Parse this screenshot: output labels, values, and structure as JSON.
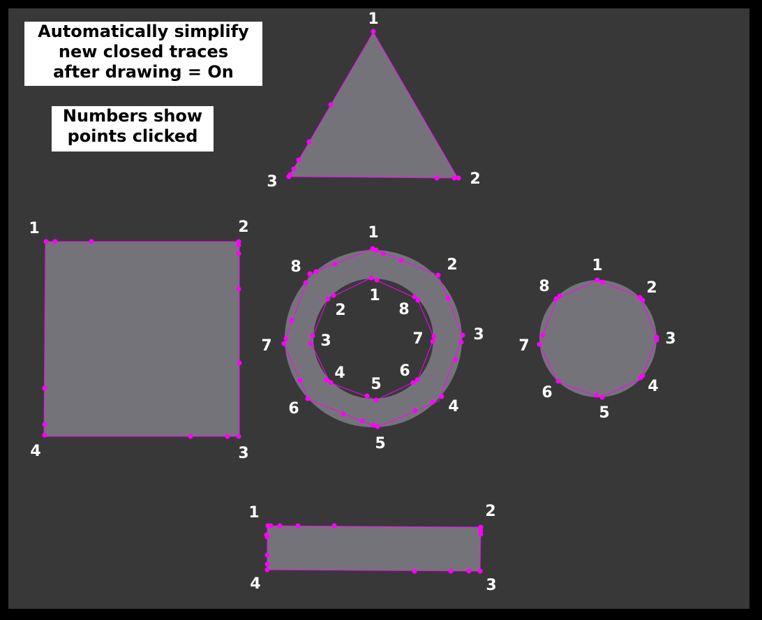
{
  "notes": {
    "mode_line1": "Automatically simplify",
    "mode_line2": "new closed traces",
    "mode_line3": "after drawing = On",
    "legend_line1": "Numbers show",
    "legend_line2": "points clicked"
  },
  "colors": {
    "background": "#383838",
    "border": "#000000",
    "shape_fill": "#75737a",
    "trace_color": "#ff00ff",
    "label_color": "#ffffff"
  },
  "shapes": {
    "triangle": {
      "labels": [
        "1",
        "2",
        "3"
      ]
    },
    "square": {
      "labels": [
        "1",
        "2",
        "3",
        "4"
      ]
    },
    "ring_outer": {
      "labels": [
        "1",
        "2",
        "3",
        "4",
        "5",
        "6",
        "7",
        "8"
      ]
    },
    "ring_inner": {
      "labels": [
        "1",
        "2",
        "3",
        "4",
        "5",
        "6",
        "7",
        "8"
      ]
    },
    "circle": {
      "labels": [
        "1",
        "2",
        "3",
        "4",
        "5",
        "6",
        "7",
        "8"
      ]
    },
    "rectangle": {
      "labels": [
        "1",
        "2",
        "3",
        "4"
      ]
    }
  }
}
